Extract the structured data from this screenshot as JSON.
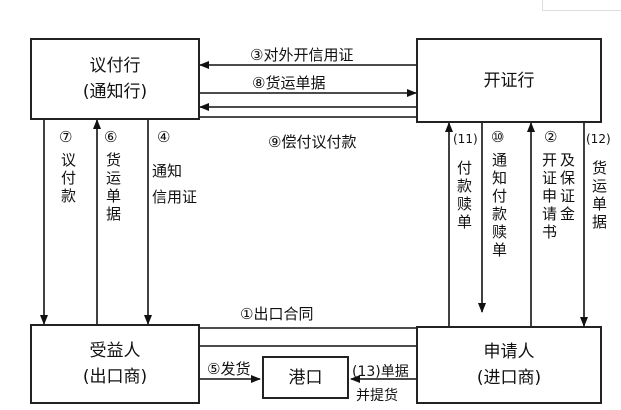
{
  "nodes": {
    "negotiating_bank": {
      "title": "议付行",
      "subtitle": "(通知行)"
    },
    "issuing_bank": {
      "title": "开证行"
    },
    "beneficiary": {
      "title": "受益人",
      "subtitle": "(出口商)"
    },
    "applicant": {
      "title": "申请人",
      "subtitle": "(进口商)"
    },
    "port": {
      "title": "港口"
    }
  },
  "edges": {
    "e3": "③对外开信用证",
    "e8": "⑧货运单据",
    "e9": "⑨偿付议付款",
    "e7_num": "⑦",
    "e7_text": "议付款",
    "e6_num": "⑥",
    "e6_text": "货运单据",
    "e4_num": "④",
    "e4_line1": "通知",
    "e4_line2": "信用证",
    "e11_num": "(11)",
    "e11_text": "付款赎单",
    "e10_num": "⑩",
    "e10_text": "通知付款赎单",
    "e2_num": "②",
    "e2_col1": "开证申请书",
    "e2_col2": "及保证金",
    "e12_num": "(12)",
    "e12_text": "货运单据",
    "e1": "①出口合同",
    "e5": "⑤发货",
    "e13_line1": "(13)单据",
    "e13_line2": "并提货"
  }
}
